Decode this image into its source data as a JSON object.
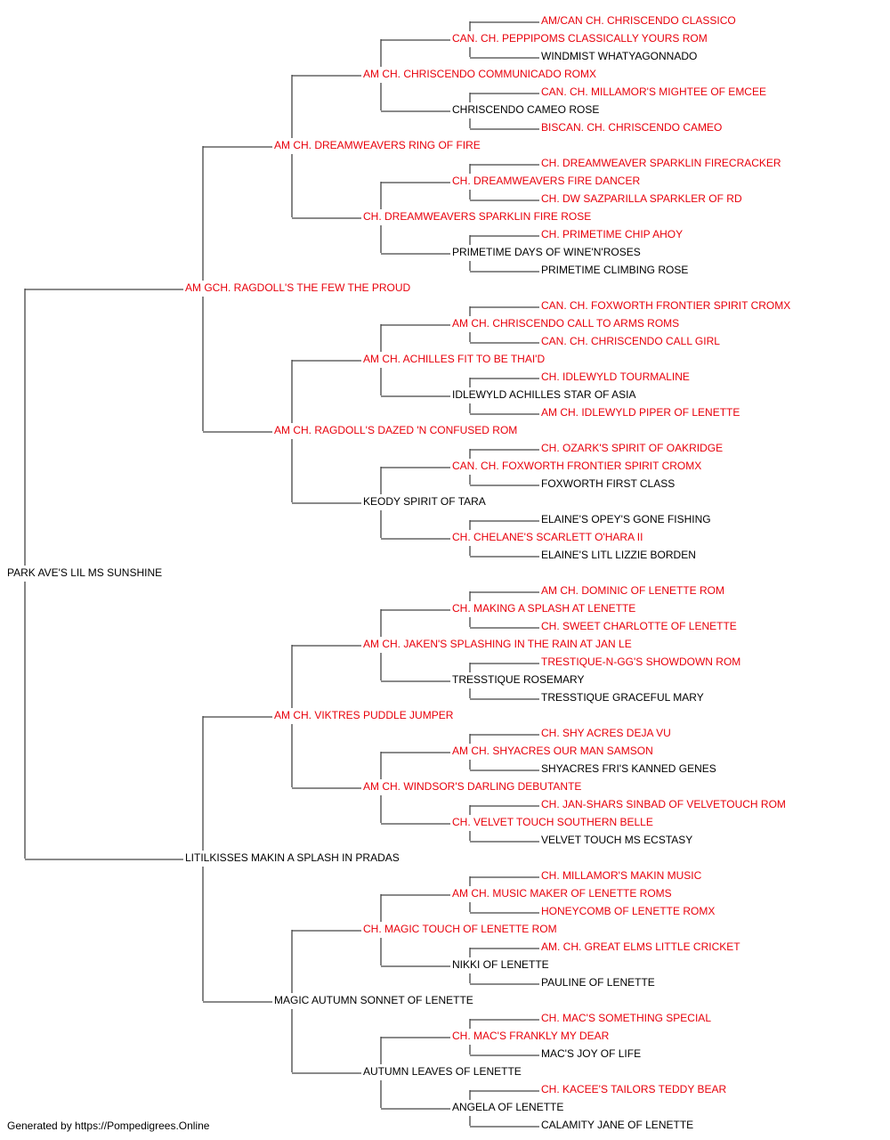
{
  "colors": {
    "champion": "#e8000b",
    "normal": "#000000",
    "line": "#444444"
  },
  "pedigree": {
    "name": "PARK AVE'S LIL MS SUNSHINE",
    "ch": false,
    "sire": {
      "name": "AM GCH. RAGDOLL'S THE FEW THE PROUD",
      "ch": true,
      "sire": {
        "name": "AM CH. DREAMWEAVERS RING OF FIRE",
        "ch": true,
        "sire": {
          "name": "AM CH. CHRISCENDO COMMUNICADO ROMX",
          "ch": true,
          "sire": {
            "name": "CAN. CH. PEPPIPOMS CLASSICALLY YOURS ROM",
            "ch": true,
            "sire": {
              "name": "AM/CAN CH. CHRISCENDO CLASSICO",
              "ch": true
            },
            "dam": {
              "name": "WINDMIST WHATYAGONNADO",
              "ch": false
            }
          },
          "dam": {
            "name": "CHRISCENDO CAMEO ROSE",
            "ch": false,
            "sire": {
              "name": "CAN. CH. MILLAMOR'S MIGHTEE OF EMCEE",
              "ch": true
            },
            "dam": {
              "name": "BISCAN. CH. CHRISCENDO CAMEO",
              "ch": true
            }
          }
        },
        "dam": {
          "name": "CH. DREAMWEAVERS SPARKLIN FIRE ROSE",
          "ch": true,
          "sire": {
            "name": "CH. DREAMWEAVERS FIRE DANCER",
            "ch": true,
            "sire": {
              "name": "CH. DREAMWEAVER SPARKLIN FIRECRACKER",
              "ch": true
            },
            "dam": {
              "name": "CH. DW SAZPARILLA SPARKLER OF RD",
              "ch": true
            }
          },
          "dam": {
            "name": "PRIMETIME DAYS OF WINE'N'ROSES",
            "ch": false,
            "sire": {
              "name": "CH. PRIMETIME CHIP AHOY",
              "ch": true
            },
            "dam": {
              "name": "PRIMETIME CLIMBING ROSE",
              "ch": false
            }
          }
        }
      },
      "dam": {
        "name": "AM CH. RAGDOLL'S DAZED 'N CONFUSED ROM",
        "ch": true,
        "sire": {
          "name": "AM CH. ACHILLES FIT TO BE THAI'D",
          "ch": true,
          "sire": {
            "name": "AM CH. CHRISCENDO CALL TO ARMS ROMS",
            "ch": true,
            "sire": {
              "name": "CAN. CH. FOXWORTH FRONTIER SPIRIT CROMX",
              "ch": true
            },
            "dam": {
              "name": "CAN. CH. CHRISCENDO CALL GIRL",
              "ch": true
            }
          },
          "dam": {
            "name": "IDLEWYLD ACHILLES STAR OF ASIA",
            "ch": false,
            "sire": {
              "name": "CH. IDLEWYLD TOURMALINE",
              "ch": true
            },
            "dam": {
              "name": "AM CH. IDLEWYLD PIPER OF LENETTE",
              "ch": true
            }
          }
        },
        "dam": {
          "name": "KEODY SPIRIT OF TARA",
          "ch": false,
          "sire": {
            "name": "CAN. CH. FOXWORTH FRONTIER SPIRIT CROMX",
            "ch": true,
            "sire": {
              "name": "CH. OZARK'S SPIRIT OF OAKRIDGE",
              "ch": true
            },
            "dam": {
              "name": "FOXWORTH FIRST CLASS",
              "ch": false
            }
          },
          "dam": {
            "name": "CH. CHELANE'S SCARLETT O'HARA II",
            "ch": true,
            "sire": {
              "name": "ELAINE'S OPEY'S GONE FISHING",
              "ch": false
            },
            "dam": {
              "name": "ELAINE'S LITL LIZZIE BORDEN",
              "ch": false
            }
          }
        }
      }
    },
    "dam": {
      "name": "LITILKISSES MAKIN A SPLASH IN PRADAS",
      "ch": false,
      "sire": {
        "name": "AM CH. VIKTRES PUDDLE JUMPER",
        "ch": true,
        "sire": {
          "name": "AM CH. JAKEN'S SPLASHING IN THE RAIN AT JAN LE",
          "ch": true,
          "sire": {
            "name": "CH. MAKING A SPLASH AT LENETTE",
            "ch": true,
            "sire": {
              "name": "AM CH. DOMINIC OF LENETTE ROM",
              "ch": true
            },
            "dam": {
              "name": "CH. SWEET CHARLOTTE OF LENETTE",
              "ch": true
            }
          },
          "dam": {
            "name": "TRESSTIQUE ROSEMARY",
            "ch": false,
            "sire": {
              "name": "TRESTIQUE-N-GG'S SHOWDOWN ROM",
              "ch": true
            },
            "dam": {
              "name": "TRESSTIQUE GRACEFUL MARY",
              "ch": false
            }
          }
        },
        "dam": {
          "name": "AM CH. WINDSOR'S DARLING DEBUTANTE",
          "ch": true,
          "sire": {
            "name": "AM CH. SHYACRES OUR MAN SAMSON",
            "ch": true,
            "sire": {
              "name": "CH. SHY ACRES DEJA VU",
              "ch": true
            },
            "dam": {
              "name": "SHYACRES FRI'S KANNED GENES",
              "ch": false
            }
          },
          "dam": {
            "name": "CH. VELVET TOUCH SOUTHERN BELLE",
            "ch": true,
            "sire": {
              "name": "CH. JAN-SHARS SINBAD OF VELVETOUCH ROM",
              "ch": true
            },
            "dam": {
              "name": "VELVET TOUCH MS ECSTASY",
              "ch": false
            }
          }
        }
      },
      "dam": {
        "name": "MAGIC AUTUMN SONNET OF LENETTE",
        "ch": false,
        "sire": {
          "name": "CH. MAGIC TOUCH OF LENETTE ROM",
          "ch": true,
          "sire": {
            "name": "AM CH. MUSIC MAKER OF LENETTE ROMS",
            "ch": true,
            "sire": {
              "name": "CH. MILLAMOR'S MAKIN MUSIC",
              "ch": true
            },
            "dam": {
              "name": "HONEYCOMB OF LENETTE ROMX",
              "ch": true
            }
          },
          "dam": {
            "name": "NIKKI OF LENETTE",
            "ch": false,
            "sire": {
              "name": "AM. CH. GREAT ELMS LITTLE CRICKET",
              "ch": true
            },
            "dam": {
              "name": "PAULINE OF LENETTE",
              "ch": false
            }
          }
        },
        "dam": {
          "name": "AUTUMN LEAVES OF LENETTE",
          "ch": false,
          "sire": {
            "name": "CH. MAC'S FRANKLY MY DEAR",
            "ch": true,
            "sire": {
              "name": "CH. MAC'S SOMETHING SPECIAL",
              "ch": true
            },
            "dam": {
              "name": "MAC'S JOY OF LIFE",
              "ch": false
            }
          },
          "dam": {
            "name": "ANGELA OF LENETTE",
            "ch": false,
            "sire": {
              "name": "CH. KACEE'S TAILORS TEDDY BEAR",
              "ch": true
            },
            "dam": {
              "name": "CALAMITY JANE OF LENETTE",
              "ch": false
            }
          }
        }
      }
    }
  },
  "footer": "Generated by https://Pompedigrees.Online"
}
